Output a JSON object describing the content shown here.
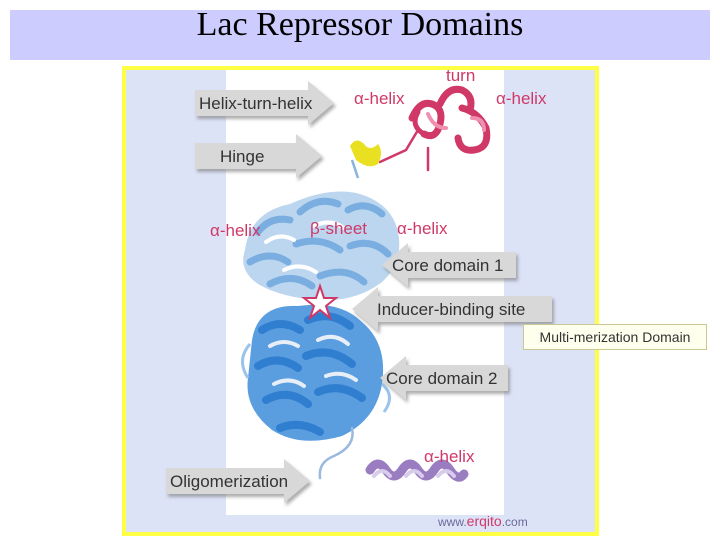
{
  "slide": {
    "title": "Lac Repressor Domains"
  },
  "diagram": {
    "arrows": {
      "helix_turn_helix": "Helix-turn-helix",
      "hinge": "Hinge",
      "core_domain_1": "Core domain 1",
      "inducer_binding_site": "Inducer-binding site",
      "core_domain_2": "Core domain 2",
      "oligomerization": "Oligomerization"
    },
    "labels": {
      "turn": "turn",
      "alpha_helix": "α-helix",
      "beta_sheet": "β-sheet"
    },
    "watermark": {
      "prefix": "www.",
      "brand": "erqito",
      "suffix": ".com"
    },
    "colors": {
      "dna_binding": "#d03868",
      "hinge": "#e8e020",
      "core": "#4a90d8",
      "core_light": "#9cc4ea",
      "oligomer": "#9a7cc0",
      "arrow": "#d8d8d8",
      "frame": "#ffff44"
    }
  },
  "tooltip": {
    "text": "Multi-merization Domain"
  }
}
